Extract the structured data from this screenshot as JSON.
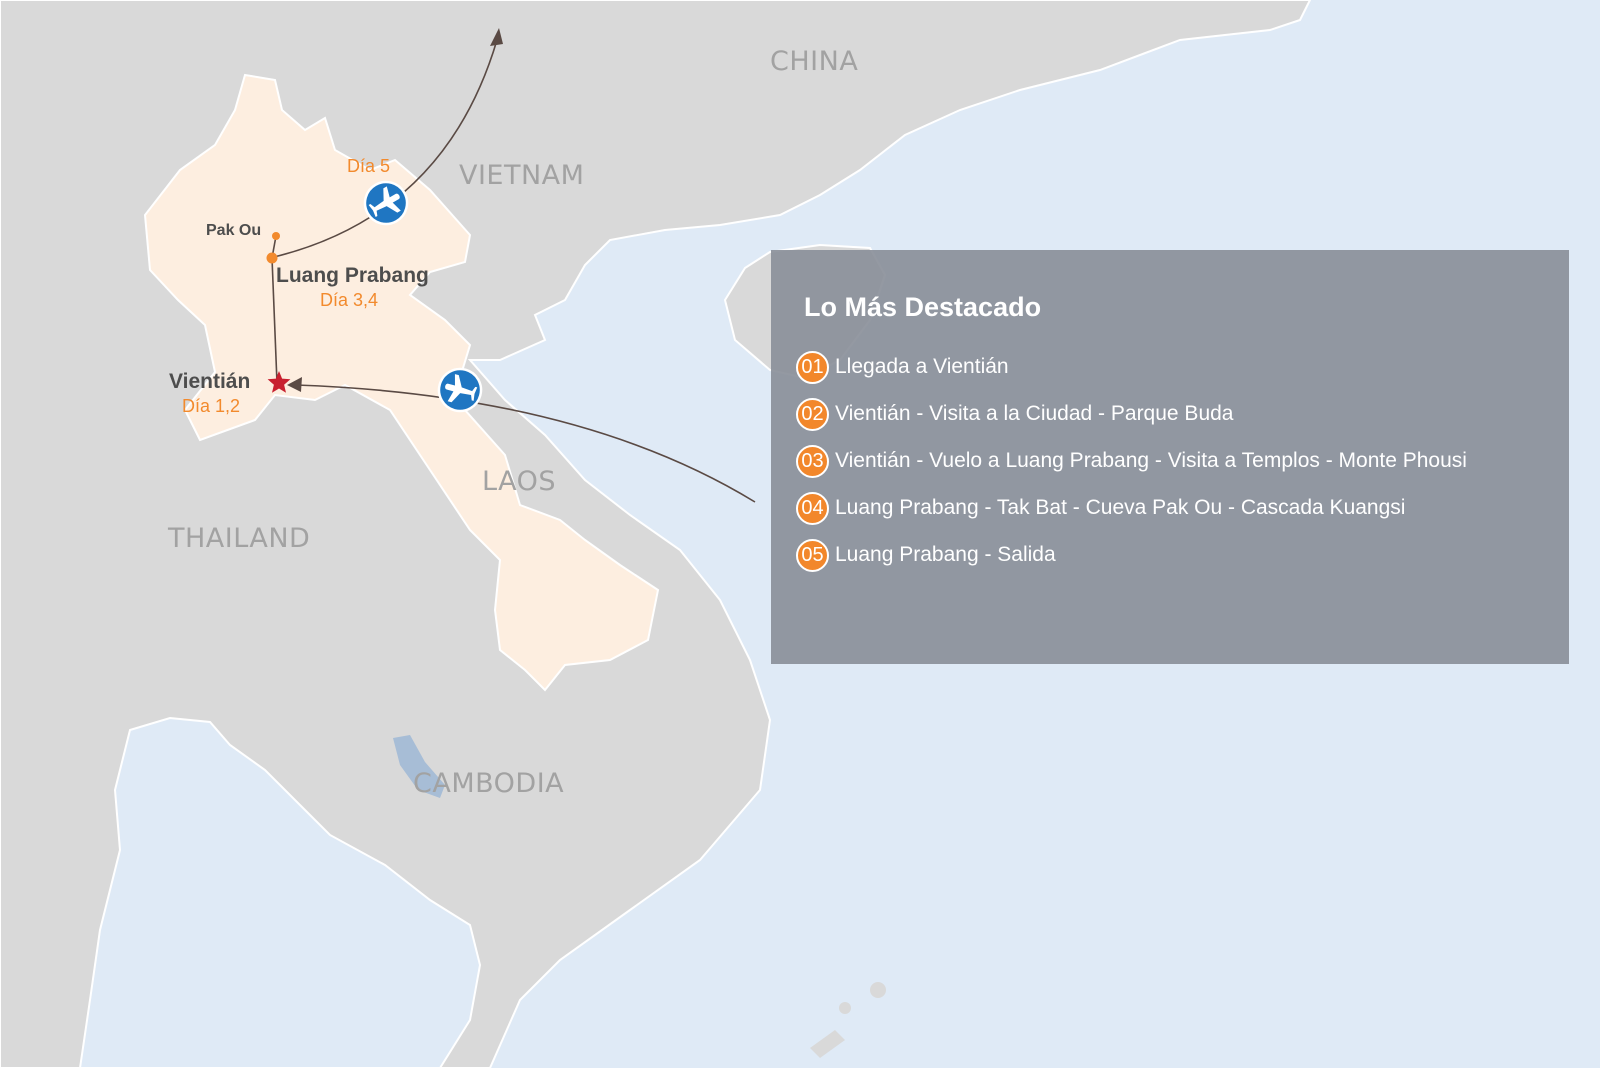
{
  "map": {
    "colors": {
      "sea": "#dfeaf6",
      "land": "#d9d9d9",
      "highlight": "#fdeee0",
      "border": "#ffffff",
      "route": "#5a4a44",
      "accent": "#f28a2d",
      "plane": "#1f76c2",
      "star": "#c8202f",
      "lake": "#a7bdd6"
    },
    "countries": [
      "CHINA",
      "VIETNAM",
      "LAOS",
      "THAILAND",
      "CAMBODIA"
    ],
    "cities": [
      {
        "name": "Pak Ou",
        "day": ""
      },
      {
        "name": "Luang Prabang",
        "day": "Día 3,4"
      },
      {
        "name": "Vientián",
        "day": "Día 1,2"
      }
    ],
    "exit_day": "Día 5",
    "icons": [
      "plane-icon-exit",
      "plane-icon-arrival",
      "star-icon-capital"
    ]
  },
  "highlights": {
    "title": "Lo Más Destacado",
    "items": [
      {
        "num": "01",
        "text": "Llegada a Vientián"
      },
      {
        "num": "02",
        "text": "Vientián - Visita a la Ciudad - Parque Buda"
      },
      {
        "num": "03",
        "text": "Vientián - Vuelo a Luang Prabang - Visita a Templos - Monte Phousi"
      },
      {
        "num": "04",
        "text": "Luang Prabang - Tak Bat - Cueva Pak Ou - Cascada Kuangsi"
      },
      {
        "num": "05",
        "text": "Luang Prabang - Salida"
      }
    ]
  }
}
